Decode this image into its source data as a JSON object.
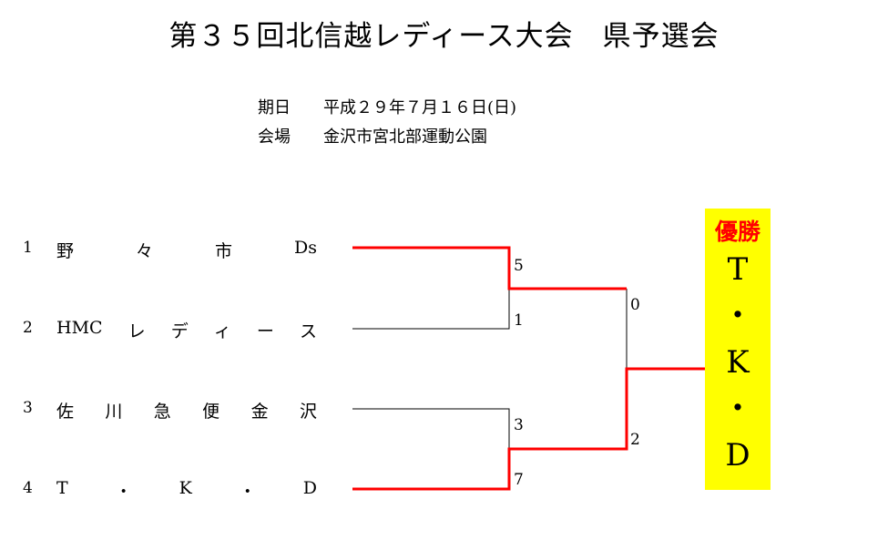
{
  "title": "第３５回北信越レディース大会　県予選会",
  "info": [
    {
      "label": "期日",
      "value": "平成２９年７月１６日(日)"
    },
    {
      "label": "会場",
      "value": "金沢市宮北部運動公園"
    }
  ],
  "teams": [
    {
      "seed": "1",
      "chars": [
        "野",
        "々",
        "市",
        "Ds"
      ]
    },
    {
      "seed": "2",
      "chars": [
        "HMC",
        "レ",
        "デ",
        "ィ",
        "ー",
        "ス"
      ]
    },
    {
      "seed": "3",
      "chars": [
        "佐",
        "川",
        "急",
        "便",
        "金",
        "沢"
      ]
    },
    {
      "seed": "4",
      "chars": [
        "T",
        "・",
        "K",
        "・",
        "D"
      ]
    }
  ],
  "scores": {
    "r1": [
      "5",
      "1",
      "3",
      "7"
    ],
    "final": [
      "0",
      "2"
    ]
  },
  "champion": {
    "heading": "優勝",
    "chars": [
      "T",
      "・",
      "K",
      "・",
      "D"
    ]
  },
  "colors": {
    "winner_line": "#ff0000",
    "champion_bg": "#ffff00"
  }
}
